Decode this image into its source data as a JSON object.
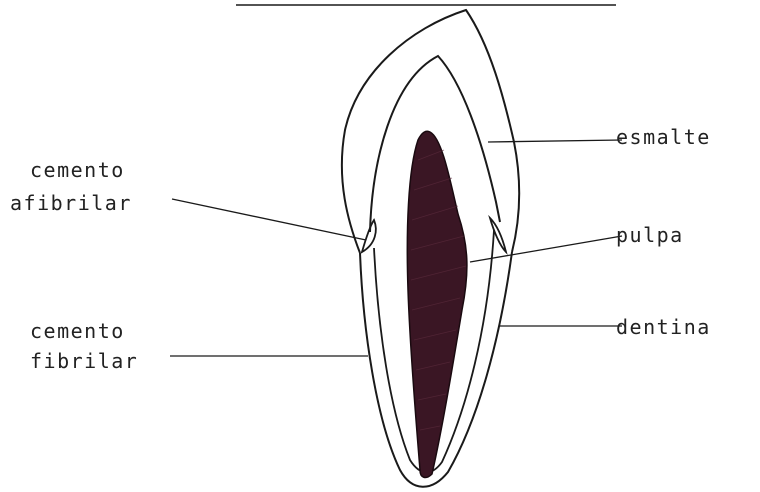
{
  "diagram": {
    "labels": {
      "esmalte": "esmalte",
      "pulpa": "pulpa",
      "dentina": "dentina",
      "cemento_afibrilar_line1": "cemento",
      "cemento_afibrilar_line2": "afibrilar",
      "cemento_fibrilar_line1": "cemento",
      "cemento_fibrilar_line2": "fibrilar"
    },
    "colors": {
      "outline": "#1a1a1a",
      "pulp_fill": "#3a1624",
      "background": "#ffffff"
    }
  }
}
